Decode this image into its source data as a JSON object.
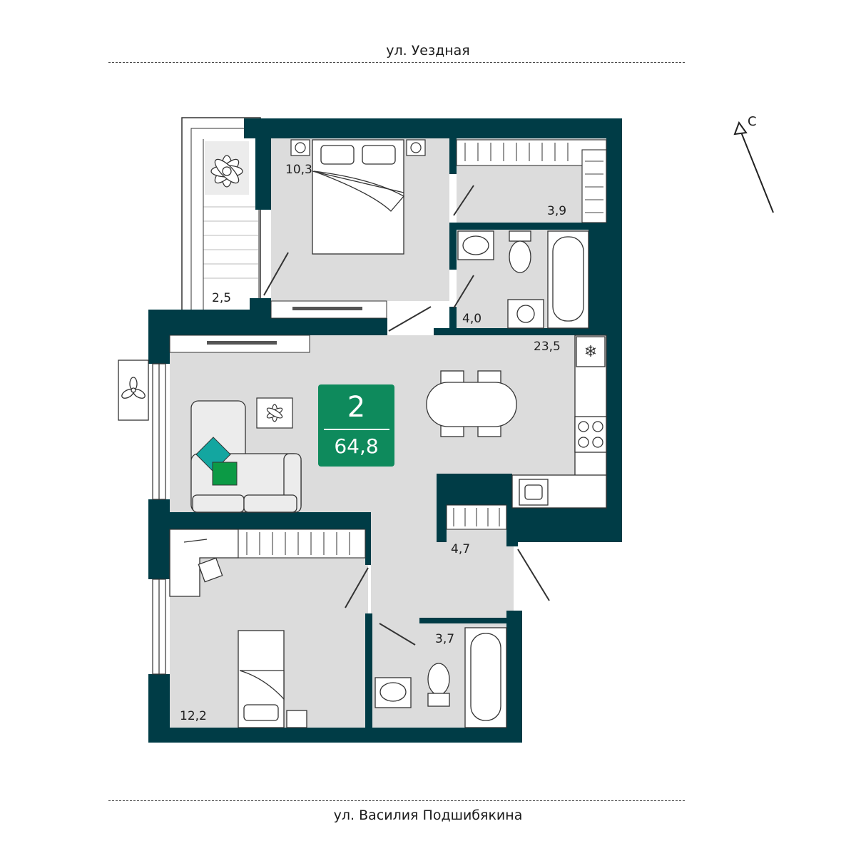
{
  "streets": {
    "top": "ул. Уездная",
    "bottom": "ул. Василия Подшибякина"
  },
  "compass": {
    "label": "С"
  },
  "apartment": {
    "rooms": "2",
    "total_area": "64,8"
  },
  "rooms": {
    "balcony": "2,5",
    "bedroom": "10,3",
    "wardrobe_top": "3,9",
    "bathroom_top": "4,0",
    "living_kitchen": "23,5",
    "wardrobe_hall": "4,7",
    "bathroom_bottom": "3,7",
    "bedroom_bottom": "12,2"
  },
  "colors": {
    "wall": "#003c46",
    "floor": "#dcdcdc",
    "badge": "#0e8a5c",
    "pillow_teal": "#13a6a0",
    "pillow_green": "#0c9a45"
  },
  "icons": [
    "plant-icon",
    "fan-icon",
    "bed-icon",
    "sofa-icon",
    "dining-table-icon",
    "stove-icon",
    "fridge-icon",
    "sink-icon",
    "toilet-icon",
    "bathtub-icon",
    "washing-machine-icon",
    "desk-icon",
    "wardrobe-icon",
    "tv-icon",
    "compass-arrow-icon"
  ]
}
